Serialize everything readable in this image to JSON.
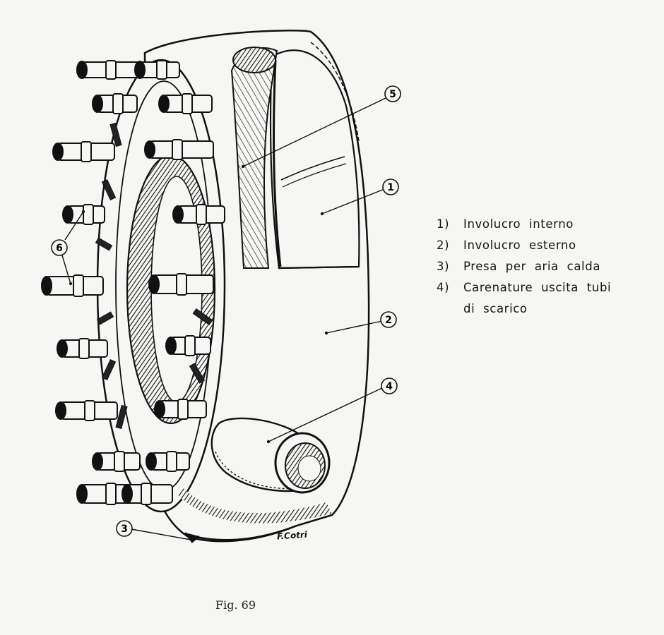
{
  "callouts": [
    {
      "id": "5",
      "label": "5"
    },
    {
      "id": "1",
      "label": "1"
    },
    {
      "id": "2",
      "label": "2"
    },
    {
      "id": "4",
      "label": "4"
    },
    {
      "id": "3",
      "label": "3"
    },
    {
      "id": "6",
      "label": "6"
    }
  ],
  "legend": {
    "items": [
      {
        "number": "1)",
        "text": "Involucro interno"
      },
      {
        "number": "2)",
        "text": "Involucro esterno"
      },
      {
        "number": "3)",
        "text": "Presa per aria calda"
      },
      {
        "number": "4)",
        "text": "Carenature uscita tubi di scarico"
      }
    ]
  },
  "caption": "Fig. 69",
  "signature": "F.Cotri"
}
